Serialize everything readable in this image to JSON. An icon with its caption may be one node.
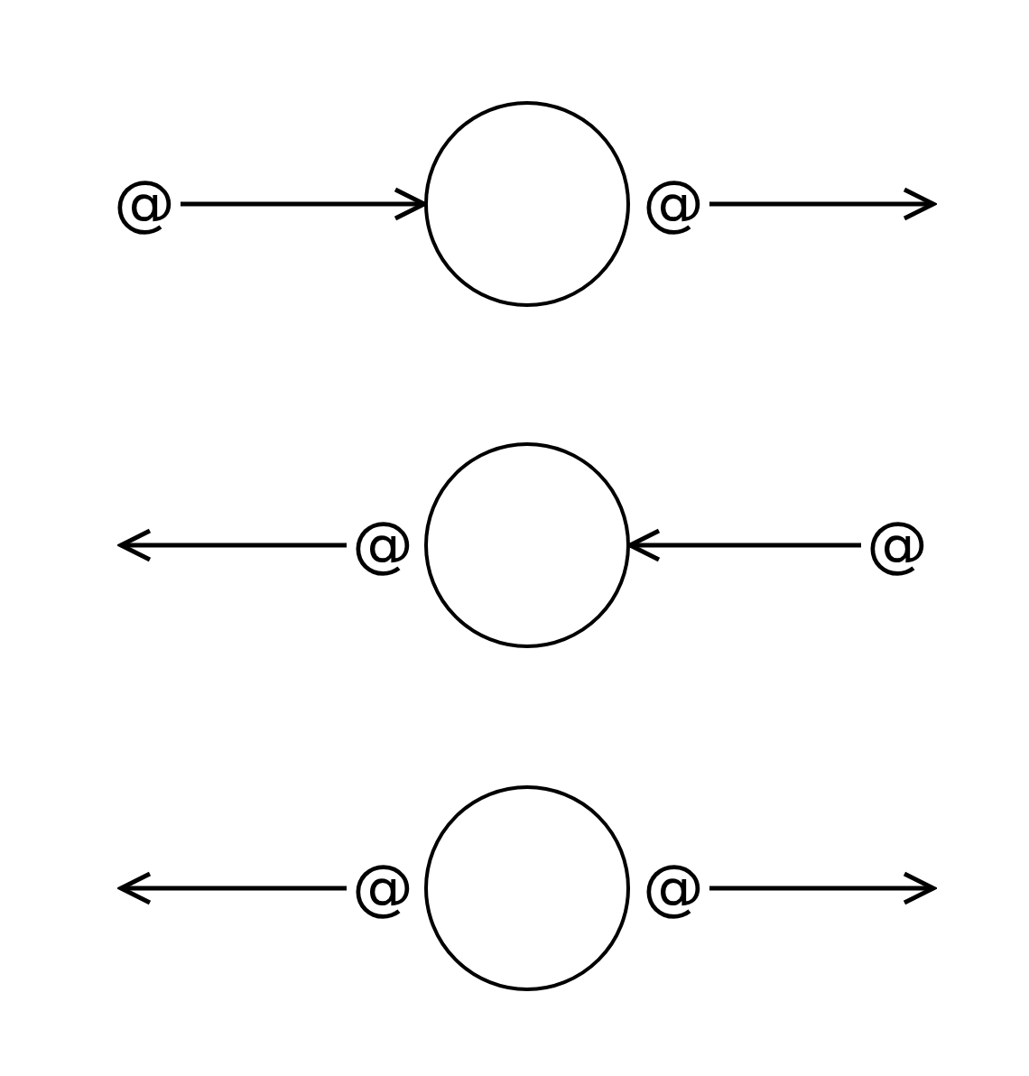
{
  "diagram": {
    "nodes": [
      {
        "text": [
          "@"
        ]
      },
      {
        "text": [],
        "shape": "circle"
      },
      {
        "text": [
          "@"
        ]
      },
      {
        "text": [
          "@"
        ]
      },
      {
        "text": [],
        "shape": "circle"
      },
      {
        "text": [
          "@"
        ]
      },
      {
        "text": [
          "@"
        ]
      },
      {
        "text": [],
        "shape": "circle"
      },
      {
        "text": [
          "@"
        ]
      }
    ],
    "edges": [
      {
        "from": 0,
        "to": 1,
        "arrow": "to"
      },
      {
        "from": 2,
        "to": null,
        "arrow": "to"
      },
      {
        "from": 3,
        "to": null,
        "arrow": "to"
      },
      {
        "from": 5,
        "to": 4,
        "arrow": "to"
      },
      {
        "from": 6,
        "to": null,
        "arrow": "to"
      },
      {
        "from": 8,
        "to": null,
        "arrow": "to"
      }
    ]
  }
}
